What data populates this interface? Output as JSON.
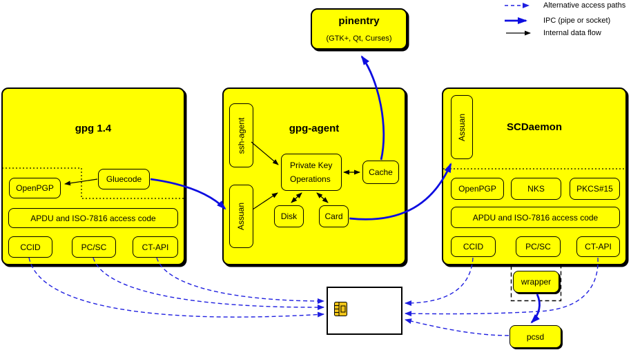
{
  "legend": {
    "items": [
      {
        "label": "Alternative access paths",
        "style": "dashed-blue-arrow"
      },
      {
        "label": "IPC (pipe or socket)",
        "style": "solid-blue-thick-arrow"
      },
      {
        "label": "Internal data flow",
        "style": "solid-black-thin-arrow"
      }
    ]
  },
  "pinentry": {
    "title": "pinentry",
    "subtitle": "(GTK+, Qt, Curses)"
  },
  "gpg14": {
    "title": "gpg 1.4",
    "gluecode": "Gluecode",
    "openpgp": "OpenPGP",
    "apdu": "APDU and ISO-7816 access code",
    "ccid": "CCID",
    "pcsc": "PC/SC",
    "ctapi": "CT-API"
  },
  "gpg_agent": {
    "title": "gpg-agent",
    "ssh_agent": "ssh-agent",
    "assuan": "Assuan",
    "private_key_line1": "Private Key",
    "private_key_line2": "Operations",
    "cache": "Cache",
    "disk": "Disk",
    "card": "Card"
  },
  "scdaemon": {
    "title": "SCDaemon",
    "assuan": "Assuan",
    "openpgp": "OpenPGP",
    "nks": "NKS",
    "pkcs15": "PKCS#15",
    "apdu": "APDU and ISO-7816 access code",
    "ccid": "CCID",
    "pcsc": "PC/SC",
    "ctapi": "CT-API"
  },
  "peripherals": {
    "wrapper": "wrapper",
    "pcsd": "pcsd"
  },
  "colors": {
    "node_fill": "#ffff00",
    "ipc_blue": "#0d0de0",
    "alt_path_blue": "#1f1fe0",
    "internal_flow_black": "#000000",
    "chip_gold": "#f0c419"
  }
}
